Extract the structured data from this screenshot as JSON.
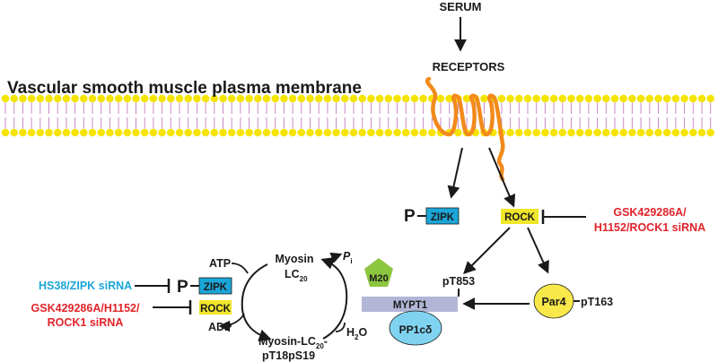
{
  "top": {
    "serum": "SERUM",
    "receptors": "RECEPTORS"
  },
  "membrane": {
    "title": "Vascular smooth muscle plasma membrane"
  },
  "upper_pathway": {
    "p_label": "P",
    "zipk": "ZIPK",
    "rock": "ROCK",
    "inhibitor_line1": "GSK429286A/",
    "inhibitor_line2": "H1152/ROCK1 siRNA"
  },
  "cycle": {
    "atp": "ATP",
    "adp": "ADP",
    "myosin_line1": "Myosin",
    "myosin_lc": "LC",
    "myosin_lc_sub": "20",
    "pi": "P",
    "pi_sub": "i",
    "h2o_h": "H",
    "h2o_sub": "2",
    "h2o_o": "O",
    "phospho_line1": "Myosin-LC",
    "phospho_sub": "20",
    "phospho_dash": "-",
    "phospho_line2": "pT18pS19"
  },
  "left_inhibitors": {
    "hs38": "HS38/ZIPK siRNA",
    "p_label": "P",
    "zipk": "ZIPK",
    "rock": "ROCK",
    "gsk_line1": "GSK429286A/H1152/",
    "gsk_line2": "ROCK1 siRNA"
  },
  "phosphatase": {
    "m20": "M20",
    "pt853": "pT853",
    "mypt1": "MYPT1",
    "pp1c": "PP1cδ",
    "par4": "Par4",
    "pt163": "pT163"
  },
  "colors": {
    "lipid_head": "#f5e400",
    "lipid_tail": "#c98ac8",
    "receptor": "#f28a1c",
    "zipk_box": "#1aa6d8",
    "rock_box": "#f0e62a",
    "m20": "#8cc63f",
    "mypt1": "#b3b5d6",
    "pp1c": "#7fd3f0",
    "par4": "#f8e84a",
    "inhibitor_red": "#e0242a",
    "inhibitor_cyan": "#1aa6d8"
  }
}
